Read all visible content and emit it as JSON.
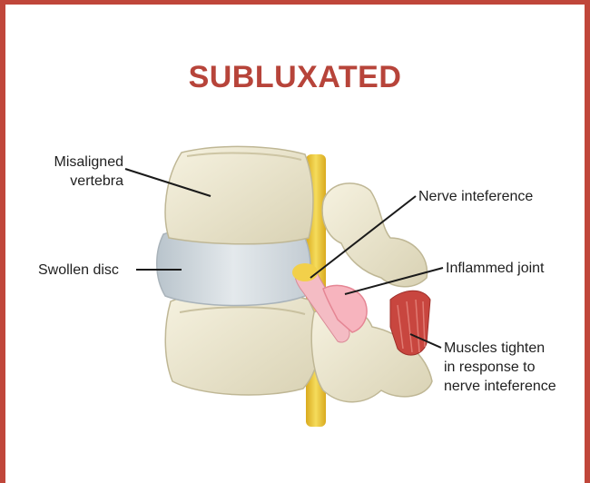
{
  "title": "SUBLUXATED",
  "labels": {
    "misaligned_line1": "Misaligned",
    "misaligned_line2": "vertebra",
    "swollen_disc": "Swollen disc",
    "nerve_interference": "Nerve inteference",
    "inflamed_joint": "Inflammed joint",
    "muscles_line1": "Muscles tighten",
    "muscles_line2": "in response to",
    "muscles_line3": "nerve inteference"
  },
  "colors": {
    "frame": "#c0463a",
    "title": "#b7443a",
    "bone": "#eee9d2",
    "disc": "#d6dde2",
    "nerve": "#e8c53a",
    "joint": "#f2a6b0",
    "muscle": "#c8463f"
  }
}
